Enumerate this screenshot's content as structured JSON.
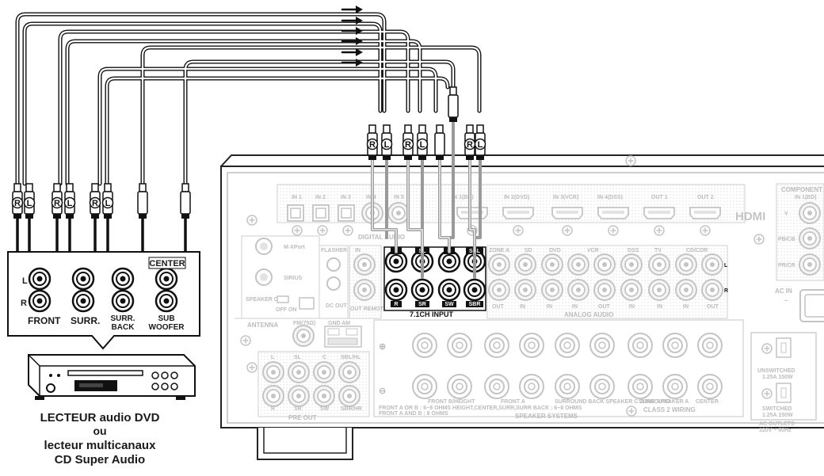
{
  "source_panel": {
    "ports": {
      "front": "FRONT",
      "surr": "SURR.",
      "surr_back_1": "SURR.",
      "surr_back_2": "BACK",
      "center": "CENTER",
      "sub_1": "SUB",
      "sub_2": "WOOFER",
      "row_l": "L",
      "row_r": "R"
    },
    "plug_l": "L",
    "plug_r": "R"
  },
  "device_caption": {
    "line1": "LECTEUR audio DVD",
    "line2": "ou",
    "line3": "lecteur multicanaux",
    "line4": "CD Super Audio"
  },
  "receiver": {
    "input_block_label": "7.1CH INPUT",
    "input_labels": {
      "l": "L",
      "sl": "SL",
      "c": "C",
      "sbl": "SBL",
      "r": "R",
      "sr": "SR",
      "sw": "SW",
      "sbr": "SBR"
    },
    "hdmi_logo": "HDMI",
    "hdmi_inputs": [
      "IN 1",
      "IN 2",
      "IN 3",
      "IN 4",
      "IN 5",
      "IN 1(BD)",
      "IN 2(DVD)",
      "IN 3(VCR)",
      "IN 4(DSS)",
      "OUT 1",
      "OUT 2"
    ],
    "digital_audio": "DIGITAL AUDIO",
    "m_xport": "M-XPort",
    "sirius": "SIRIUS",
    "speaker_c": "SPEAKER C",
    "off_on": "OFF ON",
    "flasher": "FLASHER IN",
    "dc_out": "DC OUT",
    "remote": "OUT REMOTE CONT.",
    "analog_audio": "ANALOG AUDIO",
    "analog_cols": [
      "ZONE A",
      "SD",
      "DVD",
      "VCR",
      "DSS",
      "TV",
      "CD/CDR"
    ],
    "analog_bottom": [
      "OUT",
      "IN",
      "IN",
      "IN",
      "OUT",
      "IN",
      "IN",
      "IN",
      "OUT"
    ],
    "antenna": "ANTENNA",
    "fm": "FM(75Ω)",
    "gnd_am": "GND AM",
    "pre_out": "PRE OUT",
    "pre_out_top": [
      "L",
      "SL",
      "C",
      "SBL/HL"
    ],
    "pre_out_bottom": [
      "R",
      "SR",
      "SW",
      "SBR/HR"
    ],
    "speaker_systems": "SPEAKER SYSTEMS",
    "speaker_groups": [
      "FRONT B/HEIGHT",
      "FRONT A",
      "SURROUND BACK SPEAKER C ZONE SPEAKER A",
      "SURROUND",
      "CENTER"
    ],
    "speaker_note": "FRONT A OR B : 6~8 OHMS  HEIGHT,CENTER,SURR,SURR BACK : 6~8 OHMS",
    "speaker_note2": "FRONT A AND B : 8 OHMS",
    "class2": "CLASS 2 WIRING",
    "component": "COMPONENT",
    "comp_in": "IN 1(BD)",
    "comp_rows": [
      "Y",
      "PB/CB",
      "PR/CR"
    ],
    "ac_in": "AC IN",
    "unswitched": "UNSWITCHED",
    "unswitched_rating": "1.25A 150W",
    "switched": "SWITCHED",
    "switched_rating": "1.25A 150W",
    "ac_outlets": "AC OUTLETS",
    "ac_outlets_rating": "120V ~ 60Hz"
  }
}
